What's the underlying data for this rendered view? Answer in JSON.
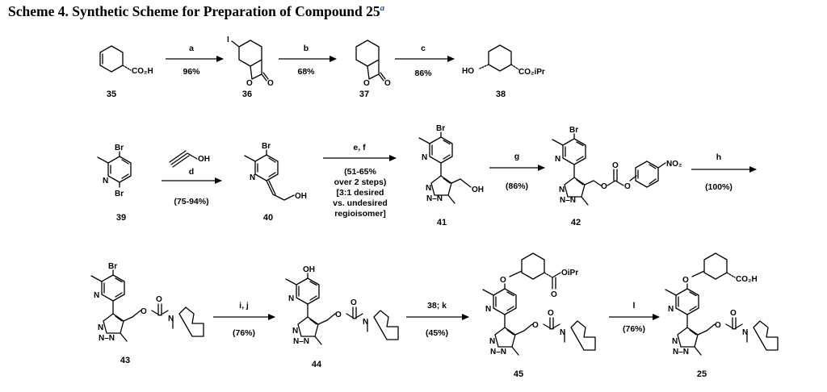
{
  "title": {
    "text": "Scheme 4. Synthetic Scheme for Preparation of Compound 25",
    "footnote": "a"
  },
  "compounds": {
    "c35": "35",
    "c36": "36",
    "c37": "37",
    "c38": "38",
    "c39": "39",
    "c40": "40",
    "c41": "41",
    "c42": "42",
    "c43": "43",
    "c44": "44",
    "c45": "45",
    "c25": "25"
  },
  "arrows": {
    "a": {
      "top": "a",
      "bottom": "96%"
    },
    "b": {
      "top": "b",
      "bottom": "68%"
    },
    "c": {
      "top": "c",
      "bottom": "86%"
    },
    "d": {
      "top": "d",
      "bottom": "(75-94%)"
    },
    "ef": {
      "top": "e, f",
      "lines": [
        "(51-65%",
        "over 2 steps)",
        "[3:1 desired",
        "vs. undesired",
        "regioisomer]"
      ]
    },
    "g": {
      "top": "g",
      "bottom": "(86%)"
    },
    "h": {
      "top": "h",
      "bottom": "(100%)"
    },
    "ij": {
      "top": "i, j",
      "bottom": "(76%)"
    },
    "k": {
      "top": "38; k",
      "bottom": "(45%)"
    },
    "l": {
      "top": "l",
      "bottom": "(76%)"
    }
  },
  "atoms": {
    "co2h": "CO₂H",
    "i": "I",
    "o": "O",
    "ho": "HO",
    "co2ipr": "CO₂iPr",
    "br": "Br",
    "n": "N",
    "oh": "OH",
    "nn": "N–N",
    "no2": "NO₂",
    "oipr": "OiPr"
  }
}
